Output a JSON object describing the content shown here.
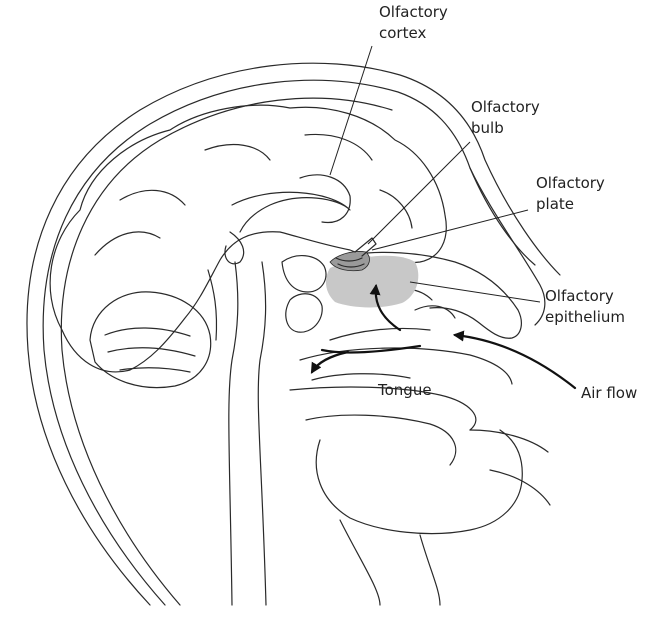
{
  "labels": {
    "olfactory_cortex": [
      "Olfactory",
      "cortex"
    ],
    "olfactory_bulb": [
      "Olfactory",
      "bulb"
    ],
    "olfactory_plate": [
      "Olfactory",
      "plate"
    ],
    "olfactory_epithelium": [
      "Olfactory",
      "epithelium"
    ],
    "air_flow": "Air flow",
    "tongue": "Tongue"
  },
  "colors": {
    "outline": "#2a2a2a",
    "epithelium_fill": "#c8c8c8",
    "bulb_fill": "#9a9a9a",
    "arrow": "#111111"
  }
}
